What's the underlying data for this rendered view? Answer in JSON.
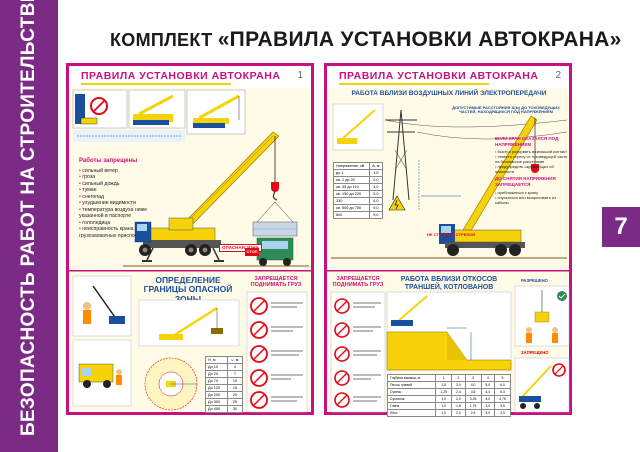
{
  "side_title": "БЕЗОПАСНОСТЬ РАБОТ НА СТРОИТЕЛЬСТВЕ",
  "page_number": "7",
  "main_title": {
    "prefix": "КОМПЛЕКТ",
    "title": "«ПРАВИЛА УСТАНОВКИ АВТОКРАНА»"
  },
  "poster1": {
    "title": "ПРАВИЛА УСТАНОВКИ АВТОКРАНА",
    "number": "1",
    "forbidden_title": "Работы запрещены",
    "forbidden_items": [
      "сильный ветер",
      "гроза",
      "сильный дождь",
      "туман",
      "снегопад",
      "ухудшение видимости",
      "температура воздуха ниже указанной в паспорте",
      "гололедица",
      "неисправность крана или грузозахватных приспособлений"
    ],
    "danger_zone_title": "ОПРЕДЕЛЕНИЕ ГРАНИЦЫ ОПАСНОЙ ЗОНЫ",
    "lift_forbidden_title": "ЗАПРЕЩАЕТСЯ ПОДНИМАТЬ ГРУЗ",
    "danger_sign": "ОПАСНАЯ ЗОНА",
    "stop_sign": "СТОП",
    "table_header": [
      "H, м",
      "L, м"
    ],
    "table_rows": [
      [
        "До 10",
        "4"
      ],
      [
        "До 20",
        "7"
      ],
      [
        "До 70",
        "10"
      ],
      [
        "До 120",
        "15"
      ],
      [
        "До 200",
        "20"
      ],
      [
        "До 300",
        "25"
      ],
      [
        "До 450",
        "30"
      ]
    ]
  },
  "poster2": {
    "title": "ПРАВИЛА УСТАНОВКИ АВТОКРАНА",
    "number": "2",
    "power_lines_title": "РАБОТА ВБЛИЗИ ВОЗДУШНЫХ ЛИНИЙ ЭЛЕКТРОПЕРЕДАЧИ",
    "allowed_distance_title": "ДОПУСТИМЫЕ РАССТОЯНИЯ А(м) ДО ТОКОВЕДУЩИХ ЧАСТЕЙ, НАХОДЯЩИХСЯ ПОД НАПРЯЖЕНИЕМ",
    "voltage_header": [
      "Напряжение, кВ",
      "А, м"
    ],
    "voltage_rows": [
      [
        "до 1",
        "1,5"
      ],
      [
        "св. 1 до 20",
        "2,0"
      ],
      [
        "св. 35 до 110",
        "4,0"
      ],
      [
        "св. 150 до 220",
        "5,0"
      ],
      [
        "330",
        "6,0"
      ],
      [
        "св. 500 до 750",
        "9,0"
      ],
      [
        "800",
        "9,0"
      ]
    ],
    "under_voltage_title": "ЕСЛИ КРАН ОКАЗАЛСЯ ПОД НАПРЯЖЕНИЕМ",
    "under_voltage_items": [
      "быстро разорвать возникший контакт",
      "отвести стрелу от токоведущей части на безопасное расстояние",
      "предупредить окружающих об опасности"
    ],
    "under_voltage_forbidden": "ДО СНЯТИЯ НАПРЯЖЕНИЯ ЗАПРЕЩАЕТСЯ",
    "under_voltage_forbidden_items": [
      "приближаться к крану",
      "спускаться или выпрыгивать из кабины"
    ],
    "lift_forbidden_title": "ЗАПРЕЩАЕТСЯ ПОДНИМАТЬ ГРУЗ",
    "slopes_title": "РАБОТА ВБЛИЗИ ОТКОСОВ ТРАНШЕЙ, КОТЛОВАНОВ",
    "slope_table_header": [
      "Глубина выемки, м",
      "1",
      "2",
      "3",
      "4",
      "5"
    ],
    "slope_table_rows": [
      [
        "Песок, гравий",
        "1,5",
        "3,0",
        "4,0",
        "5,0",
        "6,0"
      ],
      [
        "Супесь",
        "1,25",
        "2,4",
        "3,6",
        "4,4",
        "5,3"
      ],
      [
        "Суглинок",
        "1,0",
        "2,0",
        "3,25",
        "4,0",
        "4,75"
      ],
      [
        "Глина",
        "1,0",
        "1,5",
        "1,75",
        "3,0",
        "3,5"
      ],
      [
        "Лёсс",
        "1,0",
        "2,0",
        "2,5",
        "3,0",
        "3,5"
      ]
    ],
    "prohibited_label": "ЗАПРЕЩЕНО",
    "ok_label": "РАЗРЕШЕНО",
    "stop_label": "НЕ СТОЙ ПОД СТРЕЛОЙ"
  },
  "colors": {
    "band": "#7b2b86",
    "poster_border": "#c9107e",
    "crane_yellow": "#f6d20a",
    "truck_blue": "#1a4f9e",
    "danger_red": "#e30613"
  }
}
